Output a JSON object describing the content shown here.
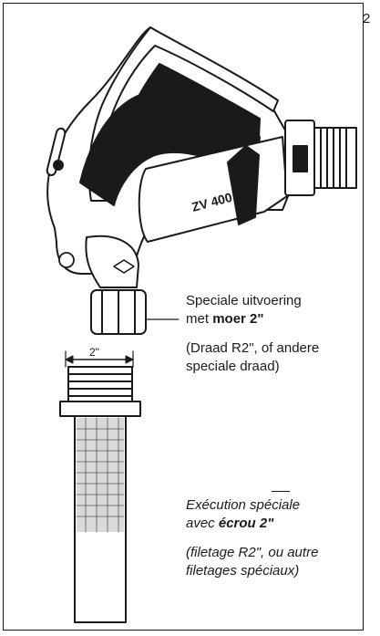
{
  "page_number": "2",
  "drawing": {
    "model_label": "ZV 400",
    "dimension_label": "2\""
  },
  "dutch": {
    "line1": "Speciale uitvoering",
    "line2_prefix": "met ",
    "line2_bold": "moer 2\"",
    "paren1": "(Draad R2\", of andere",
    "paren2": "speciale draad)"
  },
  "french": {
    "line1": "Exécution spéciale",
    "line2_prefix": "avec ",
    "line2_bold": "écrou 2\"",
    "paren1": "(filetage R2\", ou autre",
    "paren2": "filetages spéciaux)"
  }
}
